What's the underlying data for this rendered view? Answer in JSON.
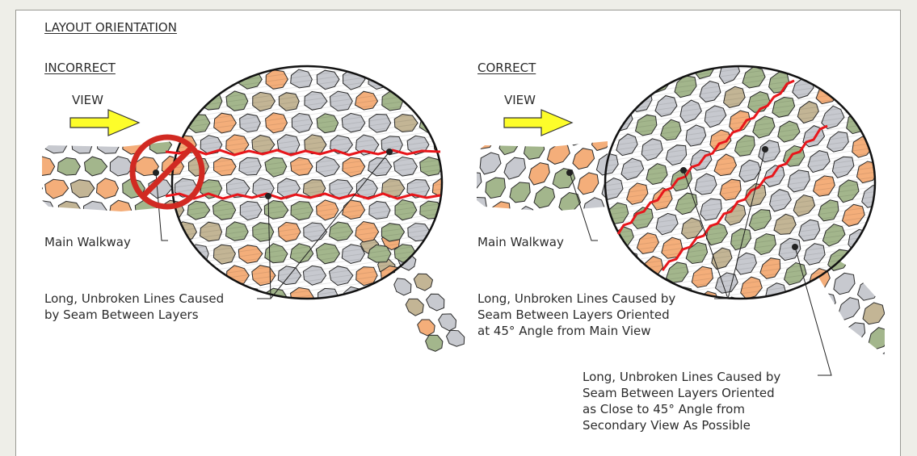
{
  "heading": "LAYOUT ORIENTATION",
  "incorrect": {
    "title": "INCORRECT",
    "view_label": "VIEW",
    "walkway_label": "Main Walkway",
    "seam_label": "Long, Unbroken Lines Caused\nby Seam Between Layers"
  },
  "correct": {
    "title": "CORRECT",
    "view_label": "VIEW",
    "walkway_label": "Main Walkway",
    "seam_main_label": "Long, Unbroken Lines Caused by\nSeam Between Layers Oriented\nat 45° Angle from Main View",
    "seam_secondary_label": "Long, Unbroken Lines Caused by\nSeam Between Layers Oriented\nas Close to 45° Angle from\nSecondary View As Possible"
  },
  "colors": {
    "orange": "#f4ae7a",
    "green": "#a3b68c",
    "gray": "#c7c9cf",
    "tan": "#c3b595",
    "seam": "#e8161b",
    "arrow": "#fdfd2a",
    "prohibit": "#d12a22"
  }
}
